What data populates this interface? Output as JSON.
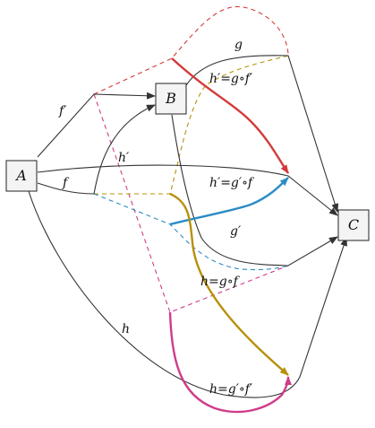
{
  "nodes": {
    "A": "A",
    "B": "B",
    "C": "C"
  },
  "labels": {
    "f_prime": "f′",
    "f": "f",
    "g": "g",
    "g_prime": "g′",
    "h_prime": "h′",
    "h": "h",
    "comp_gfp_top": "h′=g∘f′",
    "comp_gpf": "h′=g′∘f",
    "comp_gf": "h=g∘f",
    "comp_gpfp": "h=g′∘f′"
  },
  "colors": {
    "red": "#d33a3a",
    "blue": "#2b8cc4",
    "gold": "#b8900a",
    "magenta": "#d03b8a",
    "dark": "#333333"
  }
}
